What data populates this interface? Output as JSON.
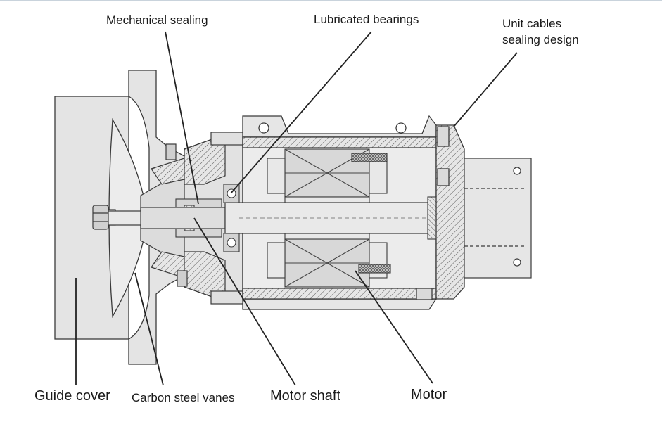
{
  "labels": {
    "mechanical_sealing": "Mechanical sealing",
    "lubricated_bearings": "Lubricated bearings",
    "unit_cables_line1": "Unit cables",
    "unit_cables_line2": "sealing design",
    "guide_cover": "Guide cover",
    "carbon_steel_vanes": "Carbon steel vanes",
    "motor_shaft": "Motor shaft",
    "motor": "Motor"
  },
  "colors": {
    "fill": "#e4e4e4",
    "fill_dark": "#d2d2d2",
    "stroke": "#3a3a3a",
    "leader": "#222222",
    "text": "#1a1a1a"
  }
}
